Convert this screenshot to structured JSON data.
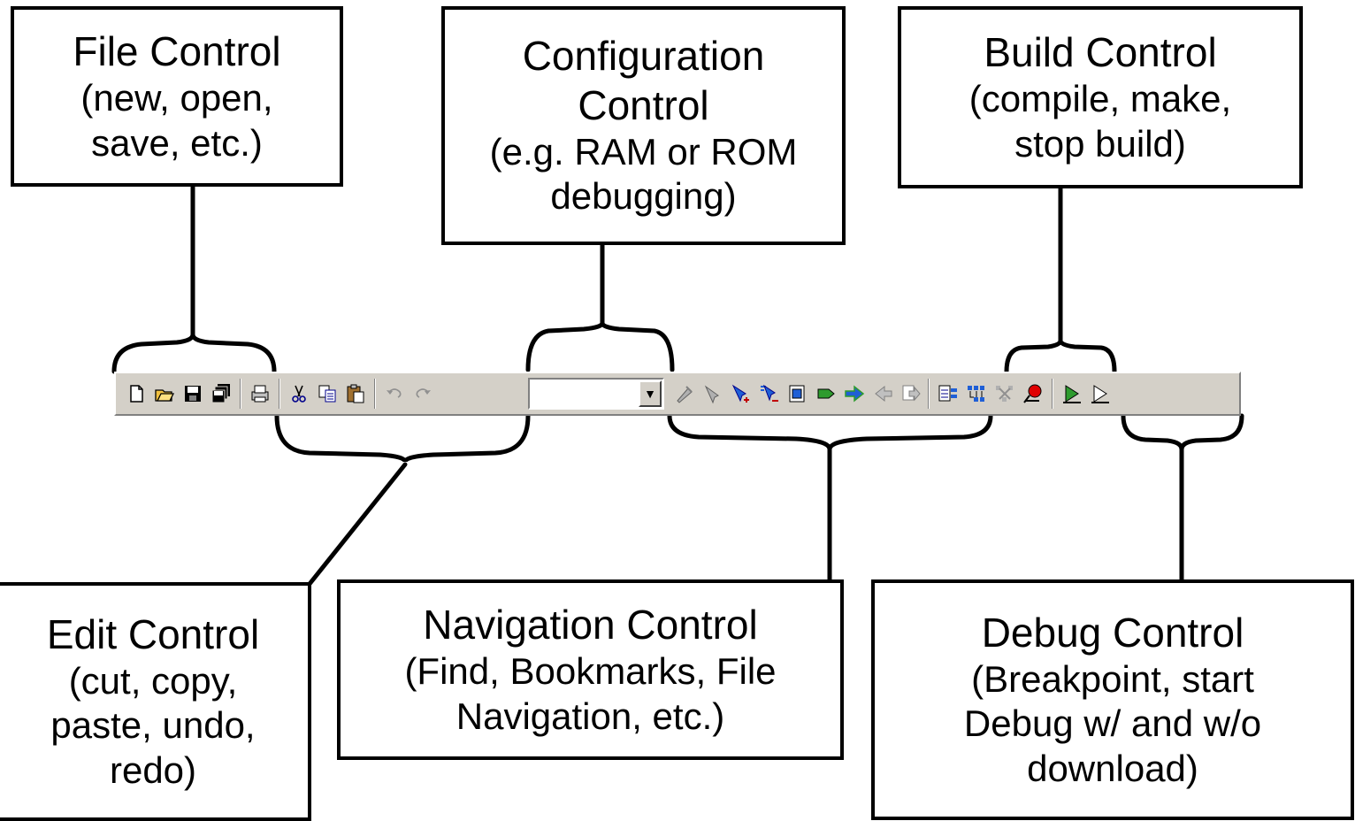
{
  "callouts": {
    "file": {
      "title": "File Control",
      "desc_1": "(new, open,",
      "desc_2": "save, etc.)"
    },
    "config": {
      "title_1": "Configuration",
      "title_2": "Control",
      "desc_1": "(e.g. RAM or ROM",
      "desc_2": "debugging)"
    },
    "build": {
      "title": "Build Control",
      "desc_1": "(compile, make,",
      "desc_2": "stop build)"
    },
    "edit": {
      "title": "Edit Control",
      "desc_1": "(cut, copy,",
      "desc_2": "paste, undo,",
      "desc_3": "redo)"
    },
    "nav": {
      "title": "Navigation Control",
      "desc_1": "(Find, Bookmarks, File",
      "desc_2": "Navigation, etc.)"
    },
    "debug": {
      "title": "Debug Control",
      "desc_1": "(Breakpoint, start",
      "desc_2": "Debug w/ and w/o",
      "desc_3": "download)"
    }
  },
  "toolbar": {
    "combo_value": "",
    "combo_arrow": "▼",
    "icons": [
      "new-file-icon",
      "open-folder-icon",
      "save-icon",
      "save-all-icon",
      "print-icon",
      "cut-icon",
      "copy-icon",
      "paste-icon",
      "undo-icon",
      "redo-icon",
      "find-icon",
      "find-next-icon",
      "toggle-bookmark-icon",
      "clear-bookmarks-icon",
      "find-in-files-icon",
      "next-bookmark-icon",
      "goto-icon",
      "back-icon",
      "forward-icon",
      "compile-icon",
      "make-icon",
      "stop-build-icon",
      "breakpoint-icon",
      "debug-download-icon",
      "debug-no-download-icon"
    ]
  },
  "colors": {
    "toolbar_bg": "#d4d0c8",
    "breakpoint": "#e00000",
    "nav_green": "#2e9b2e",
    "nav_blue": "#1f5fd6"
  }
}
